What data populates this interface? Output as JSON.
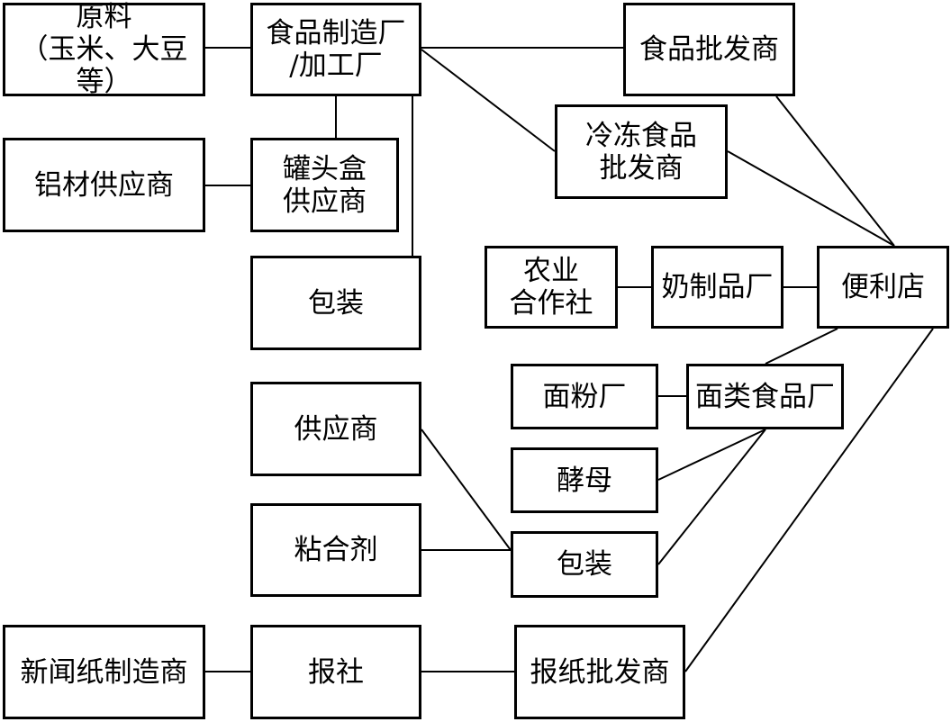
{
  "nodes": {
    "raw": "原料\n（玉米、大豆等）",
    "food_factory": "食品制造厂\n/加工厂",
    "food_wholesaler": "食品批发商",
    "frozen_wholesaler": "冷冻食品\n批发商",
    "aluminum_supplier": "铝材供应商",
    "can_supplier": "罐头盒\n供应商",
    "packaging_top": "包装",
    "agri_coop": "农业\n合作社",
    "dairy_factory": "奶制品厂",
    "convenience_store": "便利店",
    "flour_mill": "面粉厂",
    "noodle_factory": "面类食品厂",
    "supplier": "供应商",
    "yeast": "酵母",
    "adhesive": "粘合剂",
    "packaging_bottom": "包装",
    "newsprint_maker": "新闻纸制造商",
    "newspaper": "报社",
    "newspaper_wholesaler": "报纸批发商"
  },
  "edges": [
    [
      "raw",
      "food_factory"
    ],
    [
      "food_factory",
      "food_wholesaler"
    ],
    [
      "food_factory",
      "frozen_wholesaler"
    ],
    [
      "food_factory",
      "can_supplier"
    ],
    [
      "food_factory",
      "packaging_top"
    ],
    [
      "aluminum_supplier",
      "can_supplier"
    ],
    [
      "food_wholesaler",
      "convenience_store"
    ],
    [
      "frozen_wholesaler",
      "convenience_store"
    ],
    [
      "agri_coop",
      "dairy_factory"
    ],
    [
      "dairy_factory",
      "convenience_store"
    ],
    [
      "convenience_store",
      "noodle_factory"
    ],
    [
      "flour_mill",
      "noodle_factory"
    ],
    [
      "noodle_factory",
      "yeast"
    ],
    [
      "noodle_factory",
      "packaging_bottom"
    ],
    [
      "supplier",
      "packaging_bottom"
    ],
    [
      "adhesive",
      "packaging_bottom"
    ],
    [
      "newsprint_maker",
      "newspaper"
    ],
    [
      "newspaper",
      "newspaper_wholesaler"
    ],
    [
      "newspaper_wholesaler",
      "convenience_store"
    ]
  ]
}
